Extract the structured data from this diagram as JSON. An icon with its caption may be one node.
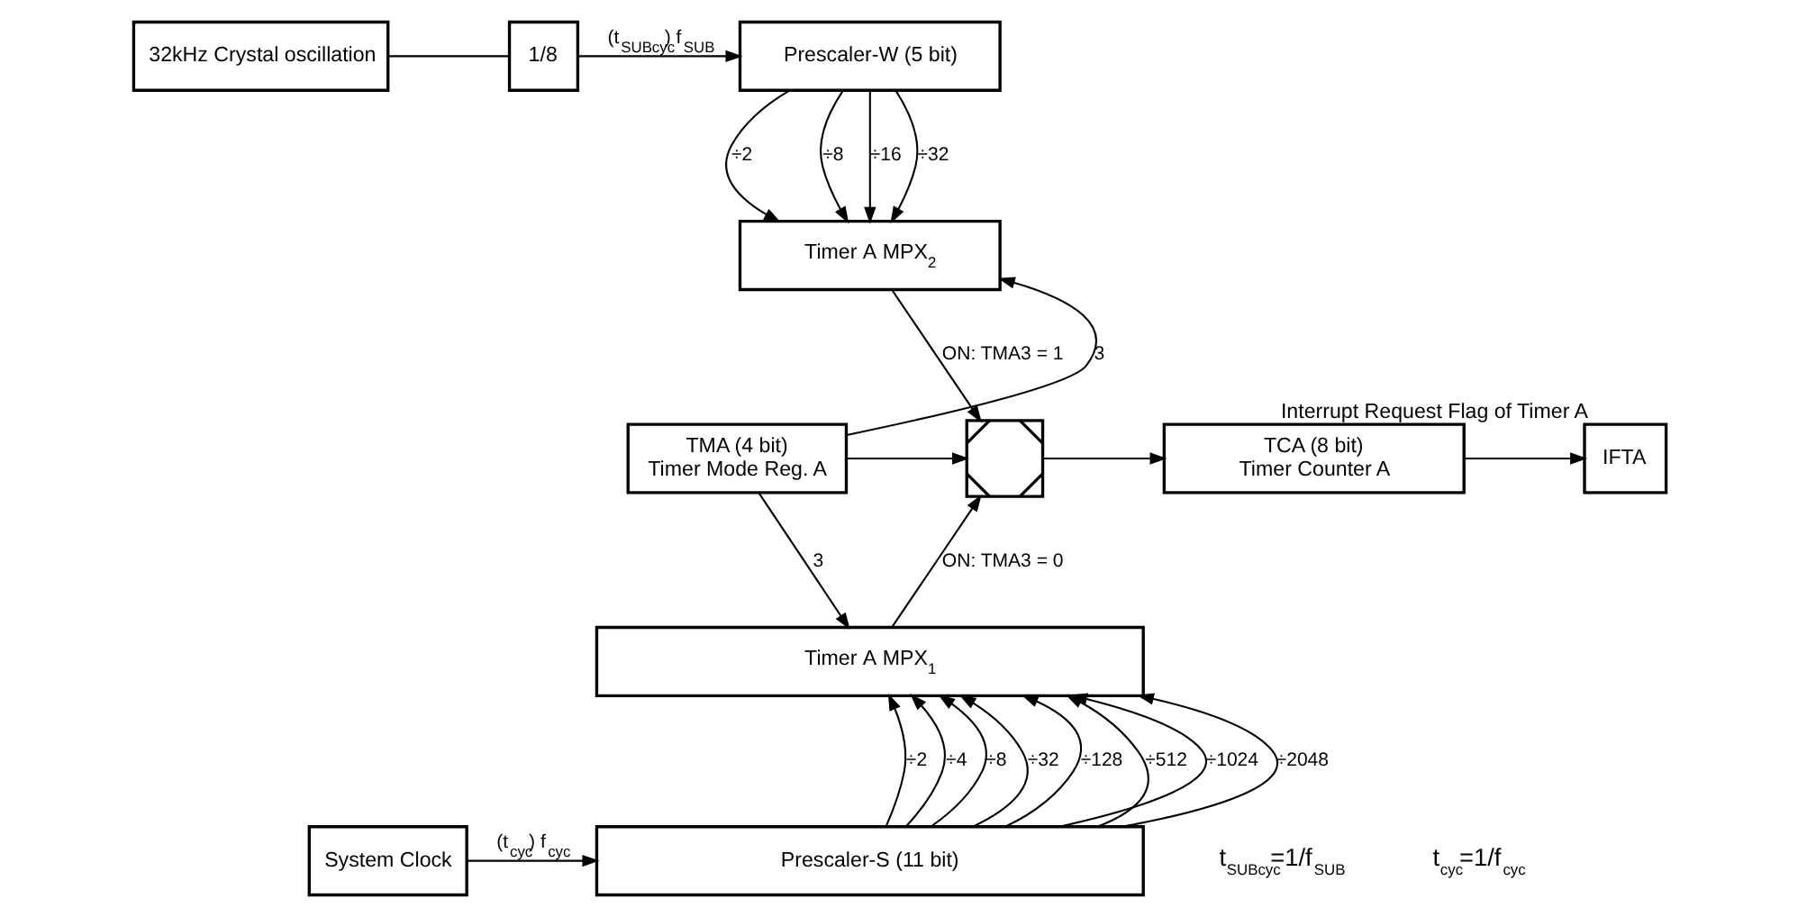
{
  "diagram": {
    "nodes": [
      {
        "text": [
          "32kHz Crystal oscillation"
        ]
      },
      {
        "text": [
          "1/8"
        ]
      },
      {
        "text": [
          "Prescaler-W (5 bit)"
        ]
      },
      {
        "text": [
          "Timer A MPX$_{2}$"
        ]
      },
      {
        "text": [
          "TMA (4 bit)",
          "Timer Mode Reg. A"
        ]
      },
      {
        "text": [],
        "shape": "box"
      },
      {
        "text": [
          "TCA (8 bit)",
          "Timer Counter A"
        ]
      },
      {
        "text": [
          "IFTA"
        ],
        "beside": [
          "Interrupt Request Flag of Timer A"
        ]
      },
      {
        "text": [
          "Timer A MPX$_{1}$"
        ]
      },
      {
        "text": [
          "Prescaler-S (11 bit)"
        ]
      },
      {
        "text": [
          "System Clock"
        ]
      }
    ],
    "edges": [
      {
        "from": 0,
        "to": 1,
        "arrow": "none"
      },
      {
        "from": 1,
        "to": 2,
        "arrow": "to",
        "label": "(t$_{SUBcyc}$) f$_{SUB}$"
      },
      {
        "from": 2,
        "to": 3,
        "arrow": "to",
        "label": "÷2"
      },
      {
        "from": 2,
        "to": 3,
        "arrow": "to",
        "label": "÷8"
      },
      {
        "from": 2,
        "to": 3,
        "arrow": "to",
        "label": "÷16"
      },
      {
        "from": 2,
        "to": 3,
        "arrow": "to",
        "label": "÷32"
      },
      {
        "from": 3,
        "to": 5,
        "arrow": "to",
        "label": "ON: TMA3 = 1"
      },
      {
        "from": 4,
        "to": 3,
        "arrow": "to",
        "label": "3"
      },
      {
        "from": 4,
        "to": 5,
        "arrow": "to"
      },
      {
        "from": 4,
        "to": 8,
        "arrow": "to",
        "label": "3"
      },
      {
        "from": 5,
        "to": 6,
        "arrow": "to"
      },
      {
        "from": 6,
        "to": 7,
        "arrow": "to"
      },
      {
        "from": 8,
        "to": 5,
        "arrow": "to",
        "label": "ON: TMA3 = 0"
      },
      {
        "from": 9,
        "to": 8,
        "arrow": "to",
        "label": "÷2"
      },
      {
        "from": 9,
        "to": 8,
        "arrow": "to",
        "label": "÷4"
      },
      {
        "from": 9,
        "to": 8,
        "arrow": "to",
        "label": "÷8"
      },
      {
        "from": 9,
        "to": 8,
        "arrow": "to",
        "label": "÷32"
      },
      {
        "from": 9,
        "to": 8,
        "arrow": "to",
        "label": "÷128"
      },
      {
        "from": 9,
        "to": 8,
        "arrow": "to",
        "label": "÷512"
      },
      {
        "from": 9,
        "to": 8,
        "arrow": "to",
        "label": "÷1024"
      },
      {
        "from": 9,
        "to": 8,
        "arrow": "to",
        "label": "÷2048"
      },
      {
        "from": 10,
        "to": 9,
        "arrow": "to",
        "label": "(t$_{cyc}$) f$_{cyc}$"
      }
    ],
    "labels": [
      "t$_{SUBcyc}$=1/f$_{SUB}$",
      "t$_{cyc}$=1/f$_{cyc}$"
    ]
  }
}
